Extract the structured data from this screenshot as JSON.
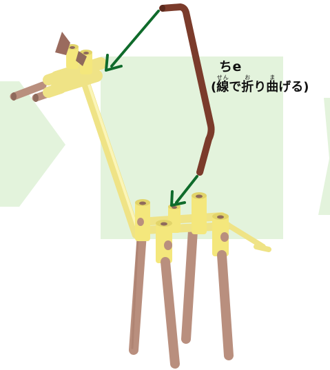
{
  "colors": {
    "background": "#ffffff",
    "panel": "#e3f3dc",
    "chevron": "#e3f3dc",
    "straw_yellow": "#f7ef97",
    "joint_yellow": "#f4e77c",
    "leg_brown": "#b98f7e",
    "wire_brown": "#7b3b2b",
    "arrow_green": "#0f6b2b"
  },
  "icons": {
    "arrow_to_neck": "down-left-arrow",
    "arrow_to_body": "down-left-arrow"
  },
  "label": {
    "code": "ちe",
    "paren_open": "(",
    "paren_close": ")",
    "segments": [
      {
        "text": "線",
        "ruby": "せん"
      },
      {
        "text": "で",
        "ruby": ""
      },
      {
        "text": "折",
        "ruby": "お"
      },
      {
        "text": "り",
        "ruby": ""
      },
      {
        "text": "曲",
        "ruby": "ま"
      },
      {
        "text": "げる",
        "ruby": ""
      }
    ]
  }
}
